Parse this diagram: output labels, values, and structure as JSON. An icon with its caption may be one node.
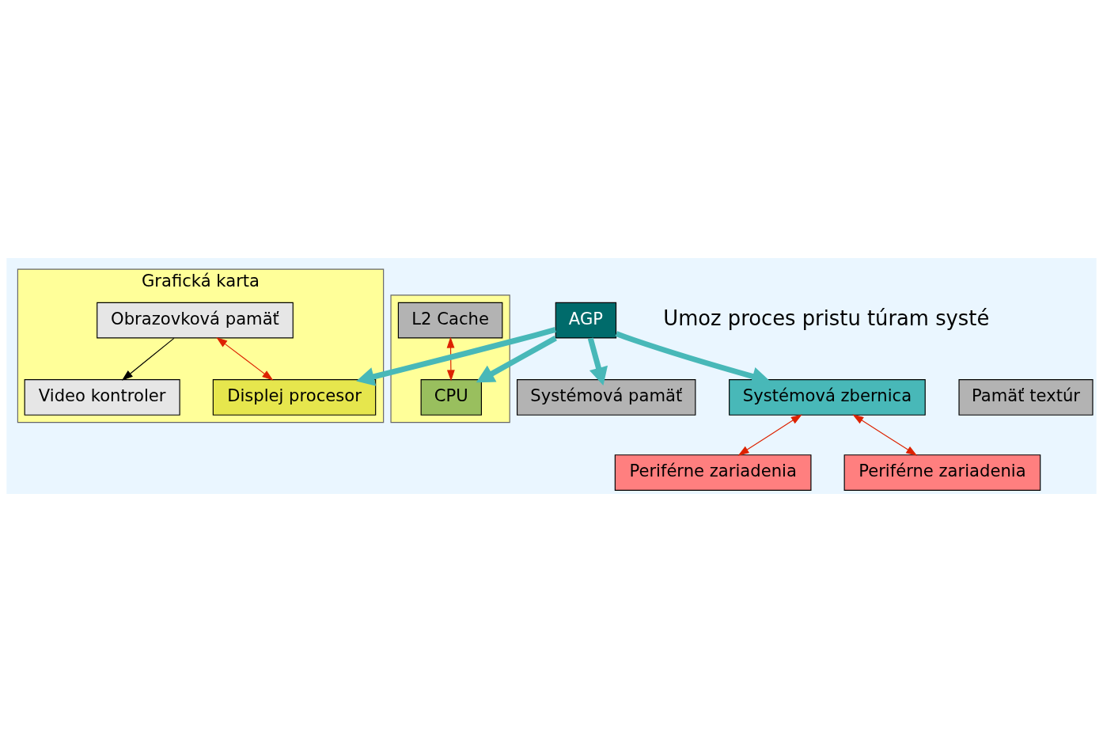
{
  "diagram": {
    "nodes": [
      {
        "text": [
          "Grafická karta"
        ]
      },
      {
        "text": [
          "Video kontroler"
        ],
        "in": 0
      },
      {
        "text": [
          "Obrazovková pamäť"
        ],
        "in": 0
      },
      {
        "text": [
          "Displej procesor"
        ],
        "in": 0
      },
      {
        "text": [],
        "shape": "box"
      },
      {
        "text": [
          "L2 Cache"
        ],
        "in": 4
      },
      {
        "text": [
          "CPU"
        ],
        "in": 4
      },
      {
        "text": [
          "AGP"
        ]
      },
      {
        "text": [
          "Systémová pamäť"
        ]
      },
      {
        "text": [
          "Pamäť textúr"
        ]
      },
      {
        "text": [
          "Systémová zbernica"
        ]
      },
      {
        "text": [
          "Periférne zariadenia"
        ]
      },
      {
        "text": [
          "Periférne zariadenia"
        ]
      }
    ],
    "edges": [
      {
        "from": 2,
        "to": 1,
        "arrow": "to",
        "color": "#000000"
      },
      {
        "from": 2,
        "to": 3,
        "arrow": "both",
        "color": "#dd2200"
      },
      {
        "from": 5,
        "to": 6,
        "arrow": "both",
        "color": "#dd2200"
      },
      {
        "from": 7,
        "to": 6,
        "arrow": "to",
        "style": "thick",
        "color": "#48b8b8"
      },
      {
        "from": 7,
        "to": 3,
        "arrow": "to",
        "style": "thick",
        "color": "#48b8b8"
      },
      {
        "from": 7,
        "to": 8,
        "arrow": "to",
        "style": "thick",
        "color": "#48b8b8"
      },
      {
        "from": 7,
        "to": 10,
        "arrow": "to",
        "style": "thick",
        "color": "#48b8b8"
      },
      {
        "from": 10,
        "to": 11,
        "arrow": "both",
        "color": "#dd2200"
      },
      {
        "from": 10,
        "to": 12,
        "arrow": "both",
        "color": "#dd2200"
      }
    ],
    "labels": [
      "Umoz proces pristu túram systé"
    ]
  }
}
